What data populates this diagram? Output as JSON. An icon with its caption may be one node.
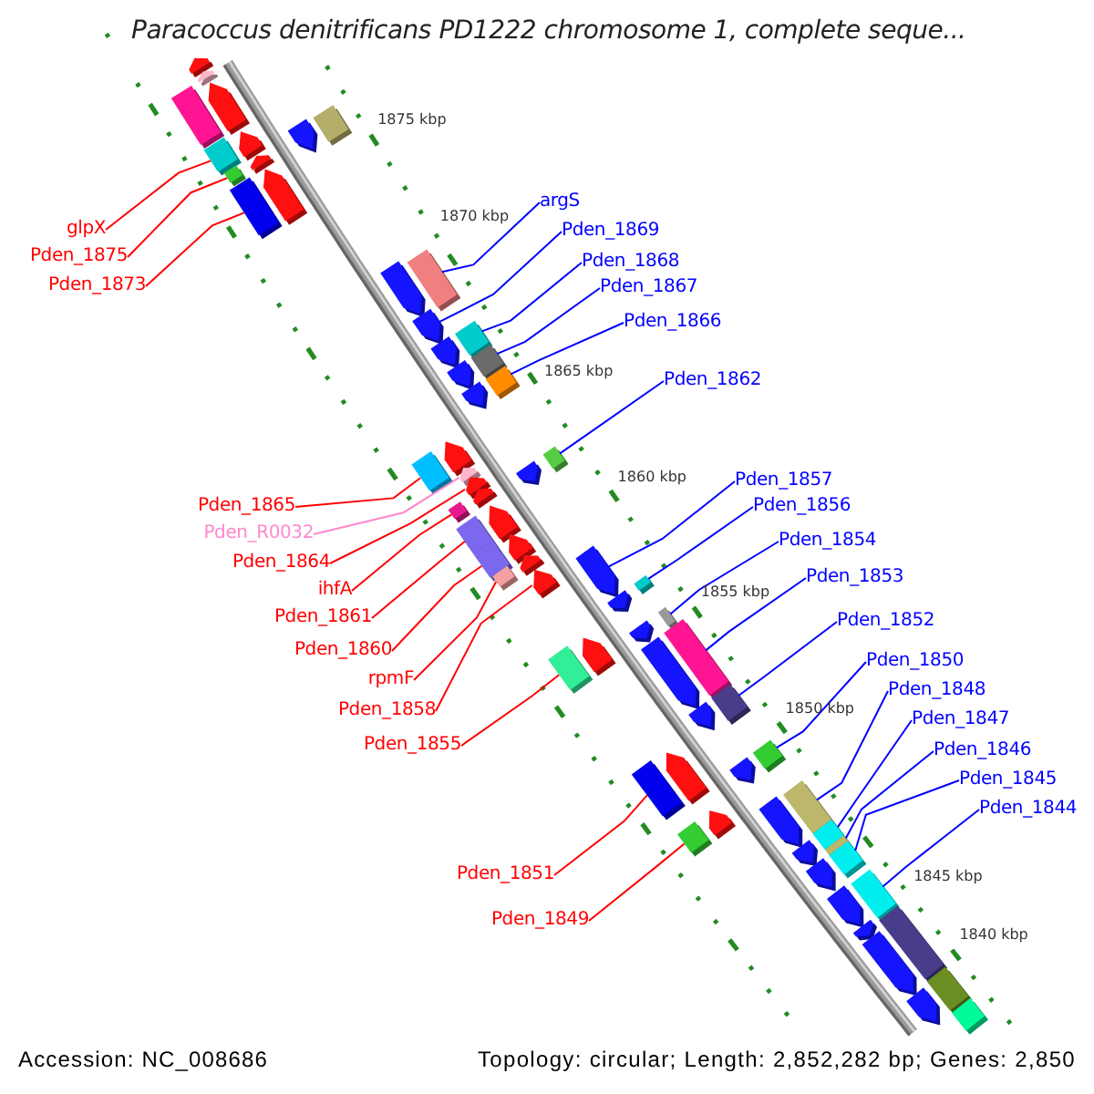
{
  "diagram": {
    "title": "Paracoccus denitrificans PD1222 chromosome 1, complete seque...",
    "nodes": [
      {
        "text": [
          "glpX"
        ]
      },
      {
        "text": [
          "Pden_1875"
        ]
      },
      {
        "text": [
          "Pden_1873"
        ]
      },
      {
        "text": [
          "Pden_1865"
        ]
      },
      {
        "text": [
          "Pden_R0032"
        ]
      },
      {
        "text": [
          "Pden_1864"
        ]
      },
      {
        "text": [
          "ihfA"
        ]
      },
      {
        "text": [
          "Pden_1861"
        ]
      },
      {
        "text": [
          "Pden_1860"
        ]
      },
      {
        "text": [
          "rpmF"
        ]
      },
      {
        "text": [
          "Pden_1858"
        ]
      },
      {
        "text": [
          "Pden_1855"
        ]
      },
      {
        "text": [
          "Pden_1851"
        ]
      },
      {
        "text": [
          "Pden_1849"
        ]
      },
      {
        "text": [
          "argS"
        ]
      },
      {
        "text": [
          "Pden_1869"
        ]
      },
      {
        "text": [
          "Pden_1868"
        ]
      },
      {
        "text": [
          "Pden_1867"
        ]
      },
      {
        "text": [
          "Pden_1866"
        ]
      },
      {
        "text": [
          "Pden_1862"
        ]
      },
      {
        "text": [
          "Pden_1857"
        ]
      },
      {
        "text": [
          "Pden_1856"
        ]
      },
      {
        "text": [
          "Pden_1854"
        ]
      },
      {
        "text": [
          "Pden_1853"
        ]
      },
      {
        "text": [
          "Pden_1852"
        ]
      },
      {
        "text": [
          "Pden_1850"
        ]
      },
      {
        "text": [
          "Pden_1848"
        ]
      },
      {
        "text": [
          "Pden_1847"
        ]
      },
      {
        "text": [
          "Pden_1846"
        ]
      },
      {
        "text": [
          "Pden_1845"
        ]
      },
      {
        "text": [
          "Pden_1844"
        ]
      },
      {
        "text": [],
        "shape": "arrow"
      },
      {
        "text": [],
        "shape": "arrow"
      },
      {
        "text": [],
        "shape": "arrow"
      },
      {
        "text": [],
        "shape": "box"
      },
      {
        "text": [],
        "shape": "box"
      },
      {
        "text": [],
        "shape": "arrow"
      },
      {
        "text": [],
        "shape": "arrow"
      },
      {
        "text": [],
        "shape": "box"
      },
      {
        "text": [],
        "shape": "arrow"
      },
      {
        "text": [],
        "shape": "box"
      },
      {
        "text": [],
        "shape": "arrow"
      },
      {
        "text": [],
        "shape": "box"
      },
      {
        "text": [],
        "shape": "box"
      },
      {
        "text": [],
        "shape": "arrow"
      },
      {
        "text": [],
        "shape": "arrow"
      },
      {
        "text": [],
        "shape": "box"
      },
      {
        "text": [],
        "shape": "arrow"
      },
      {
        "text": [],
        "shape": "box"
      },
      {
        "text": [],
        "shape": "arrow"
      },
      {
        "text": [],
        "shape": "box"
      },
      {
        "text": [],
        "shape": "arrow"
      },
      {
        "text": [],
        "shape": "arrow"
      },
      {
        "text": [],
        "shape": "box"
      },
      {
        "text": [],
        "shape": "box"
      },
      {
        "text": [],
        "shape": "arrow"
      },
      {
        "text": [],
        "shape": "arrow"
      },
      {
        "text": [],
        "shape": "arrow"
      },
      {
        "text": [],
        "shape": "arrow"
      },
      {
        "text": [],
        "shape": "box"
      },
      {
        "text": [],
        "shape": "arrow"
      },
      {
        "text": [],
        "shape": "box"
      },
      {
        "text": [],
        "shape": "arrow"
      },
      {
        "text": [],
        "shape": "box"
      },
      {
        "text": [],
        "shape": "arrow"
      },
      {
        "text": [],
        "shape": "arrow"
      },
      {
        "text": [],
        "shape": "box"
      },
      {
        "text": [],
        "shape": "arrow"
      },
      {
        "text": [],
        "shape": "box"
      },
      {
        "text": [],
        "shape": "arrow"
      },
      {
        "text": [],
        "shape": "bar"
      },
      {
        "text": [],
        "shape": "arrow"
      },
      {
        "text": [],
        "shape": "arrow"
      },
      {
        "text": [],
        "shape": "box"
      },
      {
        "text": [],
        "shape": "box"
      },
      {
        "text": [],
        "shape": "arrow"
      },
      {
        "text": [],
        "shape": "box"
      },
      {
        "text": [],
        "shape": "arrow"
      },
      {
        "text": [],
        "shape": "box"
      },
      {
        "text": [],
        "shape": "arrow"
      },
      {
        "text": [],
        "shape": "arrow"
      },
      {
        "text": [],
        "shape": "box"
      },
      {
        "text": [],
        "shape": "box"
      },
      {
        "text": [],
        "shape": "arrow"
      },
      {
        "text": [],
        "shape": "arrow"
      },
      {
        "text": [],
        "shape": "box"
      },
      {
        "text": [],
        "shape": "box"
      },
      {
        "text": [],
        "shape": "bar"
      },
      {
        "text": [],
        "shape": "arrow"
      },
      {
        "text": [],
        "shape": "box"
      },
      {
        "text": [],
        "shape": "arrow"
      },
      {
        "text": [],
        "shape": "box"
      },
      {
        "text": [],
        "shape": "arrow"
      },
      {
        "text": [],
        "shape": "arrow"
      },
      {
        "text": [],
        "shape": "box"
      },
      {
        "text": [],
        "shape": "arrow"
      },
      {
        "text": [],
        "shape": "box"
      },
      {
        "text": [],
        "shape": "arrow"
      },
      {
        "text": [],
        "shape": "box"
      }
    ],
    "edges": [
      {
        "from": 0,
        "to": 38,
        "arrow": "none",
        "color": "#ff0000"
      },
      {
        "from": 1,
        "to": 40,
        "arrow": "none",
        "color": "#ff0000"
      },
      {
        "from": 2,
        "to": 42,
        "arrow": "none",
        "color": "#ff0000"
      },
      {
        "from": 3,
        "to": 54,
        "arrow": "none",
        "color": "#ff0000"
      },
      {
        "from": 4,
        "to": 55,
        "arrow": "none",
        "color": "#ff88cc"
      },
      {
        "from": 5,
        "to": 57,
        "arrow": "none",
        "color": "#ff0000"
      },
      {
        "from": 6,
        "to": 59,
        "arrow": "none",
        "color": "#ff0000"
      },
      {
        "from": 7,
        "to": 61,
        "arrow": "none",
        "color": "#ff0000"
      },
      {
        "from": 8,
        "to": 63,
        "arrow": "none",
        "color": "#ff0000"
      },
      {
        "from": 9,
        "to": 66,
        "arrow": "none",
        "color": "#ff0000"
      },
      {
        "from": 10,
        "to": 67,
        "arrow": "none",
        "color": "#ff0000"
      },
      {
        "from": 11,
        "to": 74,
        "arrow": "none",
        "color": "#ff0000"
      },
      {
        "from": 12,
        "to": 81,
        "arrow": "none",
        "color": "#ff0000"
      },
      {
        "from": 13,
        "to": 85,
        "arrow": "none",
        "color": "#ff0000"
      },
      {
        "from": 14,
        "to": 43,
        "arrow": "none"
      },
      {
        "from": 15,
        "to": 45,
        "arrow": "none"
      },
      {
        "from": 16,
        "to": 46,
        "arrow": "none"
      },
      {
        "from": 17,
        "to": 48,
        "arrow": "none"
      },
      {
        "from": 18,
        "to": 50,
        "arrow": "none"
      },
      {
        "from": 19,
        "to": 53,
        "arrow": "none"
      },
      {
        "from": 20,
        "to": 65,
        "arrow": "none"
      },
      {
        "from": 21,
        "to": 68,
        "arrow": "none"
      },
      {
        "from": 22,
        "to": 70,
        "arrow": "none"
      },
      {
        "from": 23,
        "to": 73,
        "arrow": "none"
      },
      {
        "from": 24,
        "to": 76,
        "arrow": "none"
      },
      {
        "from": 25,
        "to": 78,
        "arrow": "none"
      },
      {
        "from": 26,
        "to": 82,
        "arrow": "none"
      },
      {
        "from": 27,
        "to": 86,
        "arrow": "none"
      },
      {
        "from": 28,
        "to": 87,
        "arrow": "none"
      },
      {
        "from": 29,
        "to": 89,
        "arrow": "none"
      },
      {
        "from": 30,
        "to": 91,
        "arrow": "none"
      }
    ],
    "labels": [
      "1875 kbp",
      "1870 kbp",
      "1865 kbp",
      "1860 kbp",
      "1855 kbp",
      "1850 kbp",
      "1845 kbp",
      "1840 kbp",
      "Accession: NC_008686",
      "Topology: circular; Length: 2,852,282 bp; Genes: 2,850"
    ]
  }
}
